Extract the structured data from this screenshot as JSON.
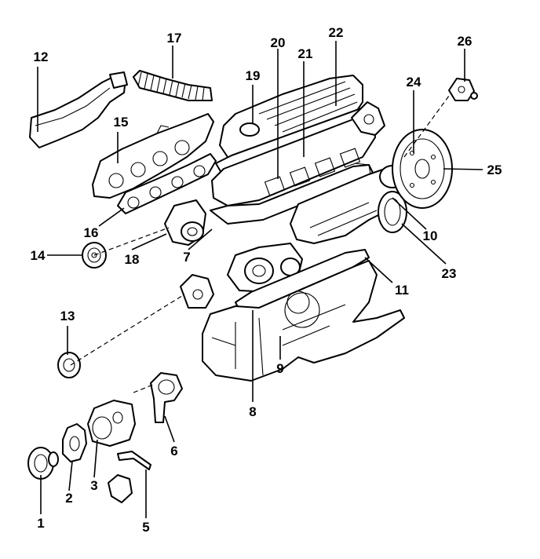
{
  "callouts": [
    {
      "id": "1",
      "label": "1"
    },
    {
      "id": "2",
      "label": "2"
    },
    {
      "id": "3",
      "label": "3"
    },
    {
      "id": "5",
      "label": "5"
    },
    {
      "id": "6",
      "label": "6"
    },
    {
      "id": "7",
      "label": "7"
    },
    {
      "id": "8",
      "label": "8"
    },
    {
      "id": "9",
      "label": "9"
    },
    {
      "id": "10",
      "label": "10"
    },
    {
      "id": "11",
      "label": "11"
    },
    {
      "id": "12",
      "label": "12"
    },
    {
      "id": "13",
      "label": "13"
    },
    {
      "id": "14",
      "label": "14"
    },
    {
      "id": "15",
      "label": "15"
    },
    {
      "id": "16",
      "label": "16"
    },
    {
      "id": "17",
      "label": "17"
    },
    {
      "id": "18",
      "label": "18"
    },
    {
      "id": "19",
      "label": "19"
    },
    {
      "id": "20",
      "label": "20"
    },
    {
      "id": "21",
      "label": "21"
    },
    {
      "id": "22",
      "label": "22"
    },
    {
      "id": "23",
      "label": "23"
    },
    {
      "id": "24",
      "label": "24"
    },
    {
      "id": "25",
      "label": "25"
    },
    {
      "id": "26",
      "label": "26"
    }
  ]
}
